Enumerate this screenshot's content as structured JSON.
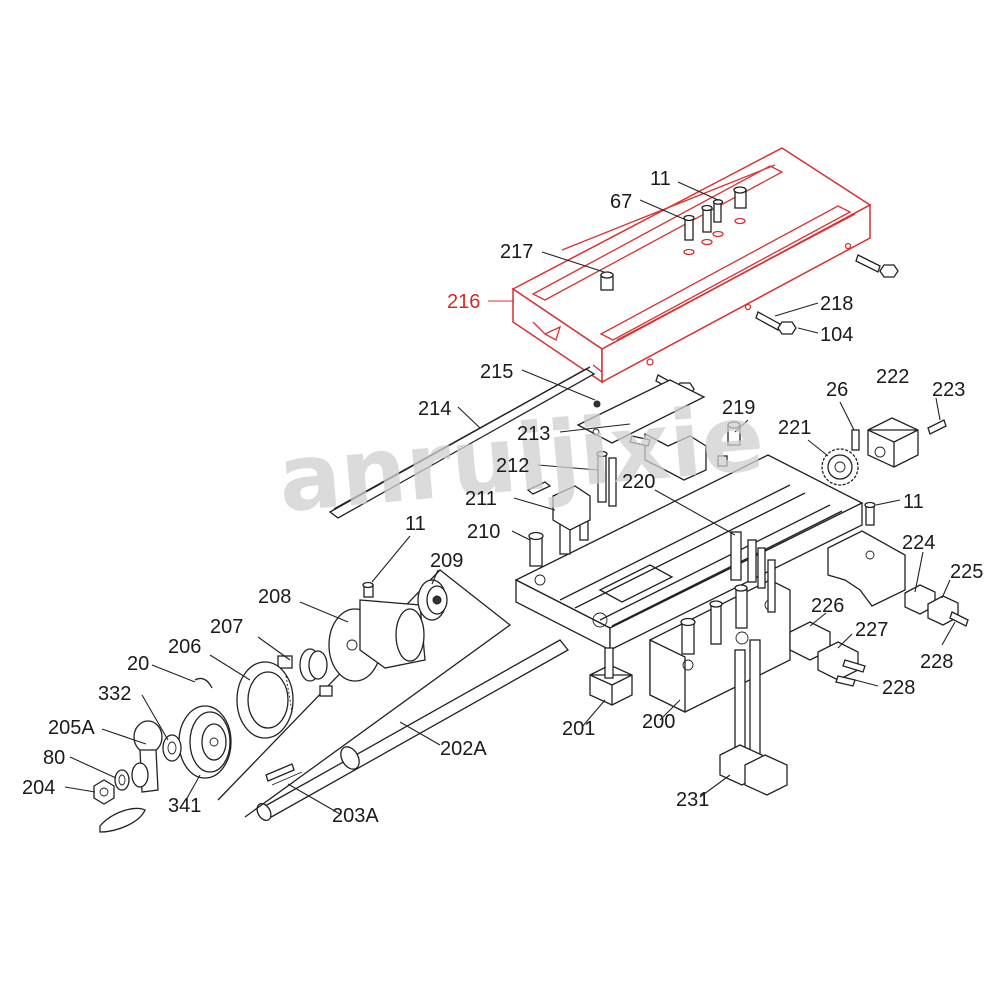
{
  "watermark": "anruijixie",
  "highlight_color": "#d83232",
  "line_color": "#222222",
  "labels": {
    "p11a": "11",
    "p67": "67",
    "p217": "217",
    "p216": "216",
    "p218": "218",
    "p104": "104",
    "p215": "215",
    "p214": "214",
    "p213": "213",
    "p212": "212",
    "p211": "211",
    "p210": "210",
    "p219": "219",
    "p220": "220",
    "p221": "221",
    "p26": "26",
    "p222": "222",
    "p223": "223",
    "p11b": "11",
    "p224": "224",
    "p225": "225",
    "p226": "226",
    "p227": "227",
    "p228a": "228",
    "p228b": "228",
    "p11c": "11",
    "p209": "209",
    "p208": "208",
    "p207": "207",
    "p206": "206",
    "p20": "20",
    "p332": "332",
    "p205A": "205A",
    "p80": "80",
    "p204": "204",
    "p341": "341",
    "p202A": "202A",
    "p203A": "203A",
    "p201": "201",
    "p200": "200",
    "p231": "231"
  }
}
